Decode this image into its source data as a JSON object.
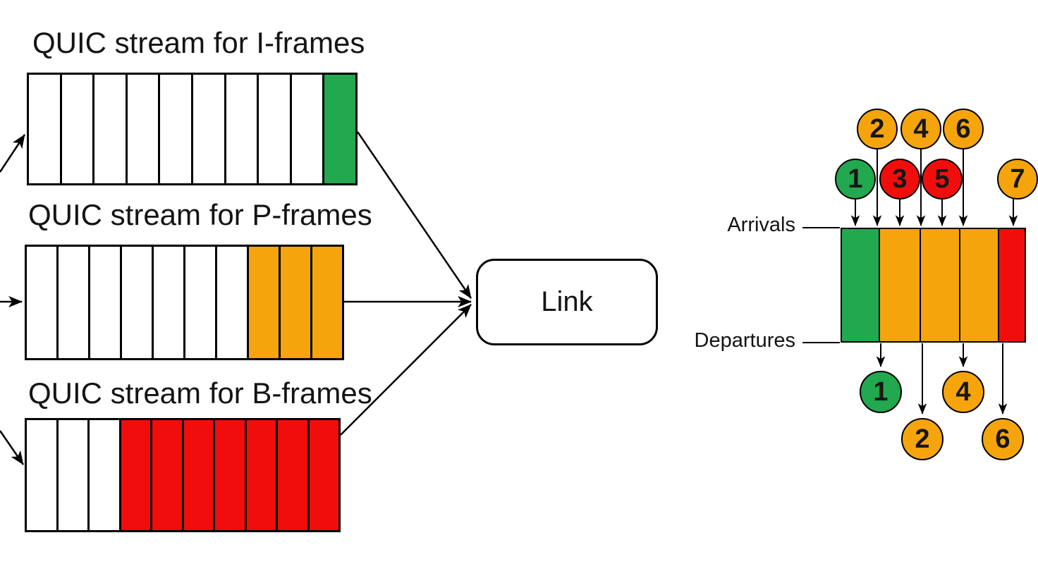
{
  "colors": {
    "green": "#22A84E",
    "orange": "#F5A50B",
    "red": "#F20D0D"
  },
  "queues": [
    {
      "id": "i",
      "title": "QUIC stream for I-frames",
      "cells": 10,
      "filled_count": 1,
      "filled_color": "green"
    },
    {
      "id": "p",
      "title": "QUIC stream for P-frames",
      "cells": 10,
      "filled_count": 3,
      "filled_color": "orange"
    },
    {
      "id": "b",
      "title": "QUIC stream for B-frames",
      "cells": 10,
      "filled_count": 7,
      "filled_color": "red"
    }
  ],
  "link": {
    "label": "Link"
  },
  "timeline": {
    "arrivals_label": "Arrivals",
    "departures_label": "Departures",
    "arrival_circles": [
      {
        "label": "1",
        "color": "green",
        "row": 2
      },
      {
        "label": "2",
        "color": "orange",
        "row": 1
      },
      {
        "label": "3",
        "color": "red",
        "row": 2
      },
      {
        "label": "4",
        "color": "orange",
        "row": 1
      },
      {
        "label": "5",
        "color": "red",
        "row": 2
      },
      {
        "label": "6",
        "color": "orange",
        "row": 1
      },
      {
        "label": "7",
        "color": "orange",
        "row": 2
      }
    ],
    "departure_circles": [
      {
        "label": "1",
        "color": "green",
        "row": 1
      },
      {
        "label": "2",
        "color": "orange",
        "row": 2
      },
      {
        "label": "4",
        "color": "orange",
        "row": 1
      },
      {
        "label": "6",
        "color": "orange",
        "row": 2
      }
    ],
    "bar_segments": [
      {
        "color": "green"
      },
      {
        "color": "orange"
      },
      {
        "color": "orange"
      },
      {
        "color": "orange"
      },
      {
        "color": "red"
      }
    ]
  }
}
